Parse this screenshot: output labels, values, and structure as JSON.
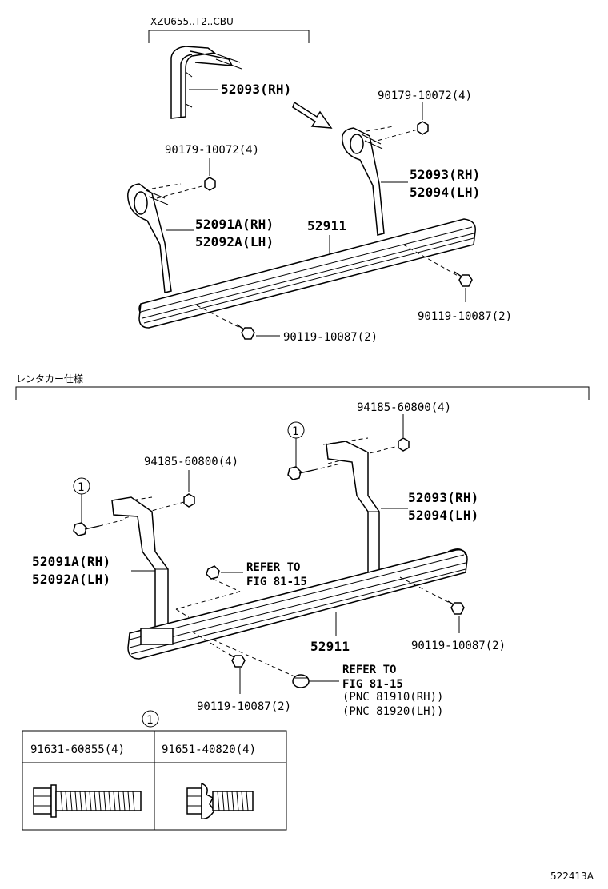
{
  "top_section": {
    "variant_label": "XZU655..T2..CBU",
    "labels": {
      "p52093_top": "52093(RH)",
      "p90179_right": "90179-10072(4)",
      "p90179_left": "90179-10072(4)",
      "p52093_right": "52093(RH)",
      "p52094_right": "52094(LH)",
      "p52091a": "52091A(RH)",
      "p52092a": "52092A(LH)",
      "p52911": "52911",
      "p90119_right": "90119-10087(2)",
      "p90119_bottom": "90119-10087(2)"
    }
  },
  "bottom_section": {
    "section_label": "レンタカー仕様",
    "labels": {
      "p94185_right": "94185-60800(4)",
      "p94185_left": "94185-60800(4)",
      "p52093": "52093(RH)",
      "p52094": "52094(LH)",
      "p52091a": "52091A(RH)",
      "p52092a": "52092A(LH)",
      "refer1_a": "REFER TO",
      "refer1_b": "FIG 81-15",
      "p52911": "52911",
      "p90119_right": "90119-10087(2)",
      "p90119_bottom": "90119-10087(2)",
      "refer2_a": "REFER TO",
      "refer2_b": "FIG 81-15",
      "pnc1": "(PNC 81910(RH))",
      "pnc2": "(PNC 81920(LH))"
    },
    "callout_symbol": "1"
  },
  "fastener_table": {
    "callout_symbol": "1",
    "columns": [
      "91631-60855(4)",
      "91651-40820(4)"
    ]
  },
  "figure_code": "522413A"
}
